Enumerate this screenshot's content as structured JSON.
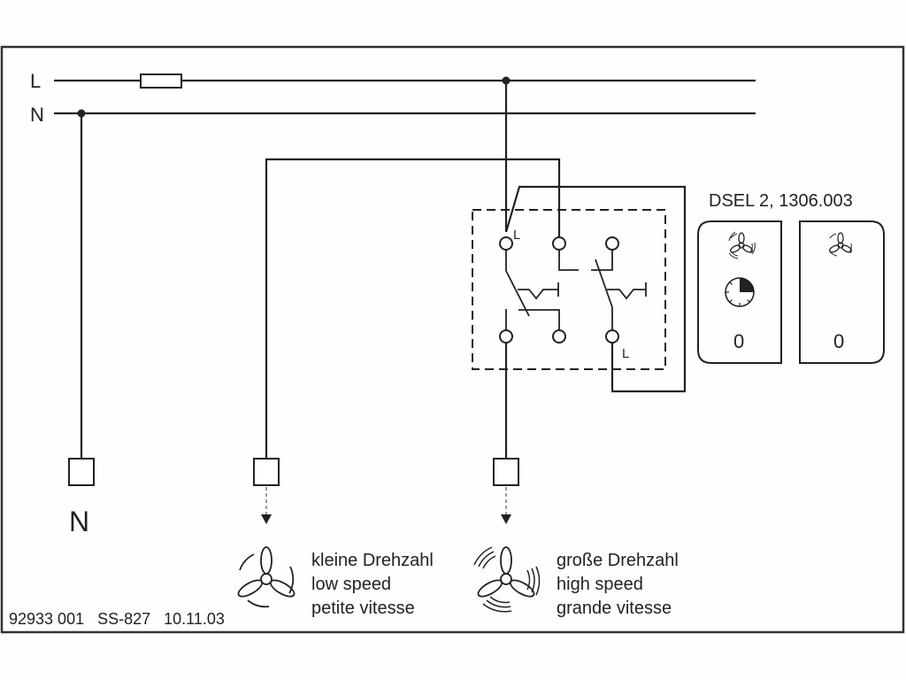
{
  "diagram": {
    "type": "wiring-diagram",
    "lines": {
      "live": "L",
      "neutral": "N"
    },
    "neutral_terminal_label": "N",
    "switch": {
      "model": "DSEL 2, 1306.003",
      "contact_labels": [
        "L",
        "L"
      ],
      "rocker_left": {
        "icon": "fan-high-speed-icon",
        "secondary_icon": "timer-icon",
        "position_label": "0"
      },
      "rocker_right": {
        "icon": "fan-low-speed-icon",
        "position_label": "0"
      }
    },
    "outputs": [
      {
        "lines": [
          "kleine Drehzahl",
          "low speed",
          "petite vitesse"
        ],
        "icon": "fan-low-speed-icon"
      },
      {
        "lines": [
          "große Drehzahl",
          "high speed",
          "grande vitesse"
        ],
        "icon": "fan-high-speed-icon"
      }
    ],
    "footer": "92933 001   SS-827   10.11.03"
  },
  "colors": {
    "line": "#222222",
    "background": "#fefefe"
  }
}
